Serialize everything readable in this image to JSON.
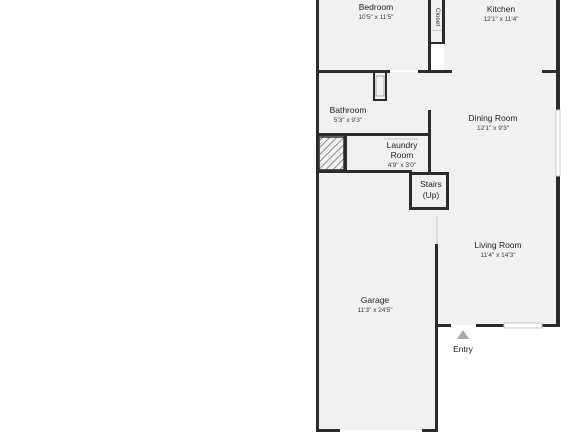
{
  "floorplan": {
    "rooms": {
      "bedroom": {
        "name": "Bedroom",
        "dims": "10'5\" x 11'5\""
      },
      "closet": {
        "name": "Closet"
      },
      "kitchen": {
        "name": "Kitchen",
        "dims": "12'1\" x 11'4\""
      },
      "bathroom": {
        "name": "Bathroom",
        "dims": "5'3\" x 9'3\""
      },
      "dining": {
        "name": "Dining Room",
        "dims": "12'1\" x 9'3\""
      },
      "laundry": {
        "name_line1": "Laundry",
        "name_line2": "Room",
        "dims": "4'9\" x 3'0\""
      },
      "stairs": {
        "name_line1": "Stairs",
        "name_line2": "(Up)"
      },
      "living": {
        "name": "Living Room",
        "dims": "11'4\" x 14'3\""
      },
      "garage": {
        "name": "Garage",
        "dims": "11'3\" x 24'5\""
      }
    },
    "entry_label": "Entry",
    "colors": {
      "wall": "#2b2b2b",
      "room_fill": "#f1f1f1",
      "window": "#c8c8c8",
      "hatch": "#555555"
    }
  }
}
